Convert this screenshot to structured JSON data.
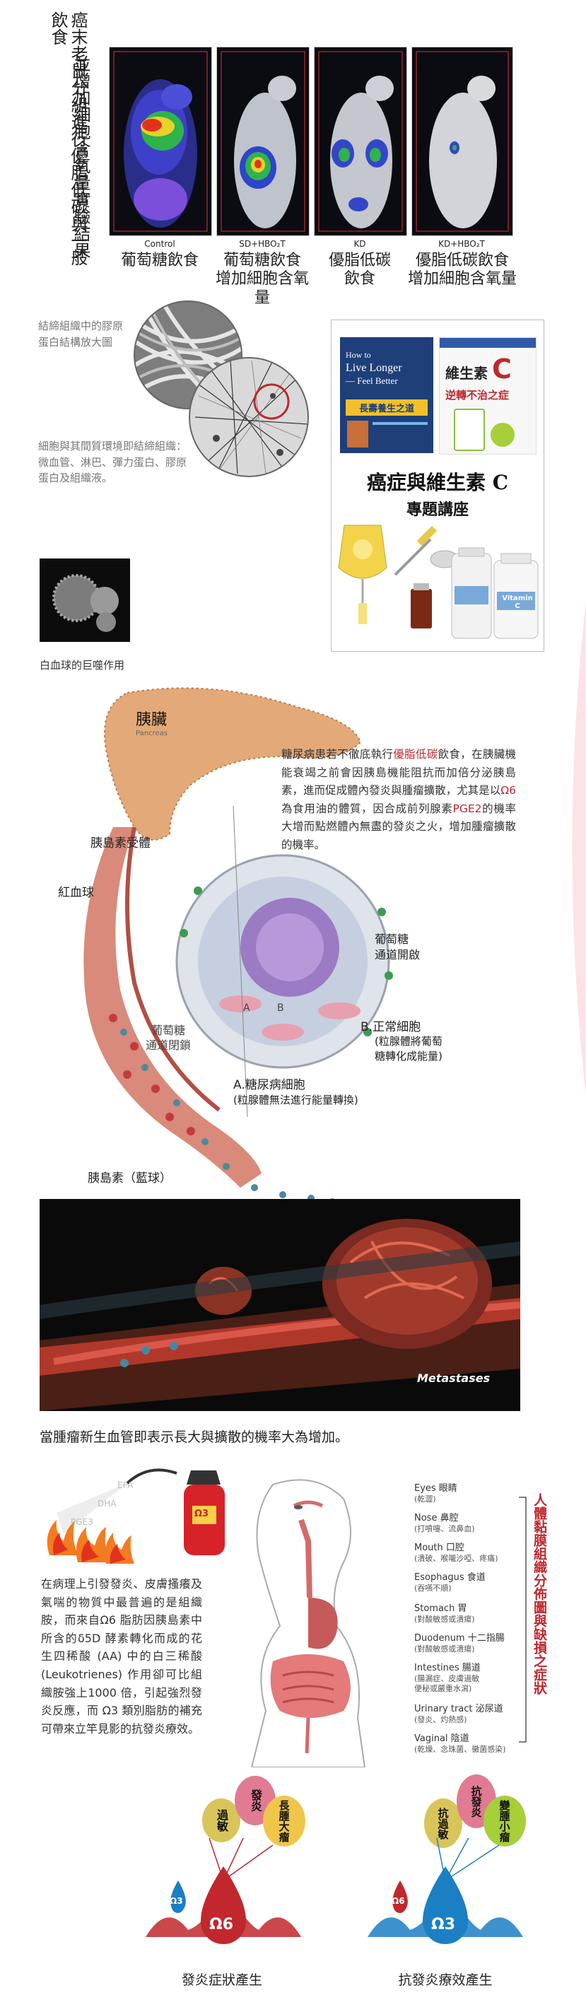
{
  "section1": {
    "vertical_title_1": "癌末老鼠分組進行優脂低碳與一般飲食",
    "vertical_title_2": "並增加細胞含氧量實驗結果",
    "panels": [
      {
        "label": "Control",
        "zh": "葡萄糖飲食"
      },
      {
        "label": "SD+HBO₂T",
        "zh": "葡萄糖飲食\n增加細胞含氧量"
      },
      {
        "label": "KD",
        "zh": "優脂低碳\n飲食"
      },
      {
        "label": "KD+HBO₂T",
        "zh": "優脂低碳飲食\n增加細胞含氧量"
      }
    ]
  },
  "section2": {
    "collagen_caption": "結締組織中的膠原蛋白結構放大圖",
    "cells_caption": "細胞與其間質環境即結締組織：微血管、淋巴、彈力蛋白、膠原蛋白及組織液。",
    "macrophage_caption": "白血球的巨噬作用",
    "book_title_en_1": "How to",
    "book_title_en_2": "Live Longer",
    "book_title_en_3": "— Feel Better",
    "book_title_zh": "長壽養生之道",
    "book2_title_line1": "維生素",
    "book2_title_big": "C",
    "book2_subtitle": "逆轉不治之症",
    "seminar_title": "癌症與維生素 C",
    "seminar_subtitle": "專題講座",
    "vitamin_bottle_label": "Vitamin C"
  },
  "section3": {
    "pancreas_zh": "胰臟",
    "pancreas_en": "Pancreas",
    "paragraph_parts": [
      "糖尿病患若不徹底執行",
      "優脂低碳",
      "飲食，在胰臟機能衰竭之前會因胰島機能阻抗而加倍分泌胰島素，進而促成體內發炎與腫瘤擴散，尤其是以",
      "Ω6",
      "為食用油的體質，因合成前列腺素",
      "PGE2",
      "的機率大增而點燃體內無盡的發炎之火，增加腫瘤擴散的機率。"
    ],
    "receptor_label": "胰島素受體",
    "rbc_label": "紅血球",
    "glucose_open_label": "葡萄糖\n通道開啟",
    "glucose_closed_label": "葡萄糖\n通道閉鎖",
    "normal_cell_title": "B.正常細胞",
    "normal_cell_desc": "(粒腺體將葡萄\n糖轉化成能量)",
    "diabetic_cell_title": "A.糖尿病細胞",
    "diabetic_cell_desc": "(粒腺體無法進行能量轉換)",
    "insulin_label": "胰島素（藍球）",
    "cell_letter_a": "A",
    "cell_letter_b": "B"
  },
  "section4": {
    "metastases_label": "Metastases",
    "caption": "當腫瘤新生血管即表示長大與擴散的機率大為增加。"
  },
  "section5": {
    "extinguisher_label": "Ω3",
    "fire_labels": [
      "EPA",
      "DHA",
      "PGE3"
    ],
    "paragraph": "在病理上引發發炎、皮膚搔癢及氣喘的物質中最普遍的是組織胺，而來自Ω6 脂肪因胰島素中所含的δ5D 酵素轉化而成的花生四稀酸 (AA) 中的白三稀酸 (Leukotrienes) 作用卻可比組織胺強上1000 倍，引起強烈發炎反應，而 Ω3 類別脂肪的補充可帶來立竿見影的抗發炎療效。",
    "organs": [
      {
        "name": "Eyes 眼睛",
        "sub": "(乾澀)"
      },
      {
        "name": "Nose 鼻腔",
        "sub": "(打噴嚏、流鼻血)"
      },
      {
        "name": "Mouth 口腔",
        "sub": "(潰破、喉嚨沙啞、疼痛)"
      },
      {
        "name": "Esophagus 食道",
        "sub": "(吞嚥不順)"
      },
      {
        "name": "Stomach 胃",
        "sub": "(對酸敏感或潰瘍)"
      },
      {
        "name": "Duodenum 十二指腸",
        "sub": "(對酸敏感或潰瘍)"
      },
      {
        "name": "Intestines 腸道",
        "sub": "(腸漏症、皮膚過敏\n便秘或嚴重水瀉)"
      },
      {
        "name": "Urinary tract 泌尿道",
        "sub": "(發炎、灼熱感)"
      },
      {
        "name": "Vaginal 陰道",
        "sub": "(乾燥、念珠菌、黴菌感染)"
      }
    ],
    "side_title": "人體黏膜組織分佈圖與缺損之症狀"
  },
  "section6": {
    "left_bubbles": [
      "過敏",
      "發炎",
      "長腫大瘤"
    ],
    "left_drop_small": "Ω3",
    "left_drop_big": "Ω6",
    "left_caption": "發炎症狀產生",
    "right_bubbles": [
      "抗過敏",
      "抗發炎",
      "變腫小瘤"
    ],
    "right_drop_small": "Ω6",
    "right_drop_big": "Ω3",
    "right_caption": "抗發炎療效產生"
  },
  "colors": {
    "accent_red": "#c1272d",
    "omega6_red": "#c1272d",
    "omega3_blue": "#1b7fc4"
  }
}
